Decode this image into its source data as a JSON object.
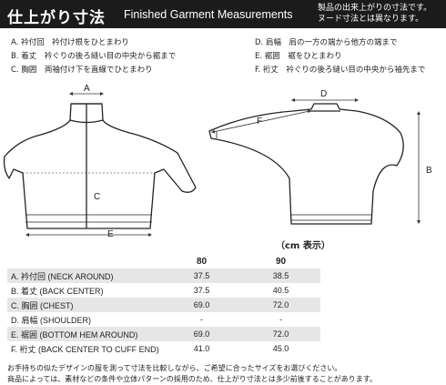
{
  "header": {
    "title_jp": "仕上がり寸法",
    "title_en": "Finished Garment Measurements",
    "note_line1": "製品の出来上がりの寸法です。",
    "note_line2": "ヌード寸法とは異なります。"
  },
  "definitions": {
    "a": "A. 衿付回　衿付け根をひとまわり",
    "b": "B. 着丈　衿ぐりの後ろ縫い目の中央から裾まで",
    "c": "C. 胸囲　両袖付け下を直線でひとまわり",
    "d": "D. 肩幅　肩の一方の端から他方の端まで",
    "e": "E. 裾囲　裾をひとまわり",
    "f": "F. 裄丈　衿ぐりの後ろ縫い目の中央から袖先まで"
  },
  "diagram_labels": {
    "a": "A",
    "b": "B",
    "c": "C",
    "d": "D",
    "e": "E",
    "f": "F"
  },
  "unit": "（cm 表示）",
  "table": {
    "sizes": [
      "80",
      "90"
    ],
    "rows": [
      {
        "label": "A. 衿付回 (NECK AROUND)",
        "values": [
          "37.5",
          "38.5"
        ]
      },
      {
        "label": "B. 着丈 (BACK CENTER)",
        "values": [
          "37.5",
          "40.5"
        ]
      },
      {
        "label": "C. 胸囲 (CHEST)",
        "values": [
          "69.0",
          "72.0"
        ]
      },
      {
        "label": "D. 肩幅 (SHOULDER)",
        "values": [
          "-",
          "-"
        ]
      },
      {
        "label": "E. 裾囲 (BOTTOM HEM AROUND)",
        "values": [
          "69.0",
          "72.0"
        ]
      },
      {
        "label": "F. 裄丈 (BACK CENTER TO CUFF END)",
        "values": [
          "41.0",
          "45.0"
        ]
      }
    ]
  },
  "footnote": {
    "line1": "お手持ちの似たデザインの服を測って寸法を比較しながら、ご希望に合ったサイズをお選びください。",
    "line2": "商品によっては、素材などの条件や立体パターンの採用のため、仕上がり寸法とは多少前後することがあります。"
  }
}
